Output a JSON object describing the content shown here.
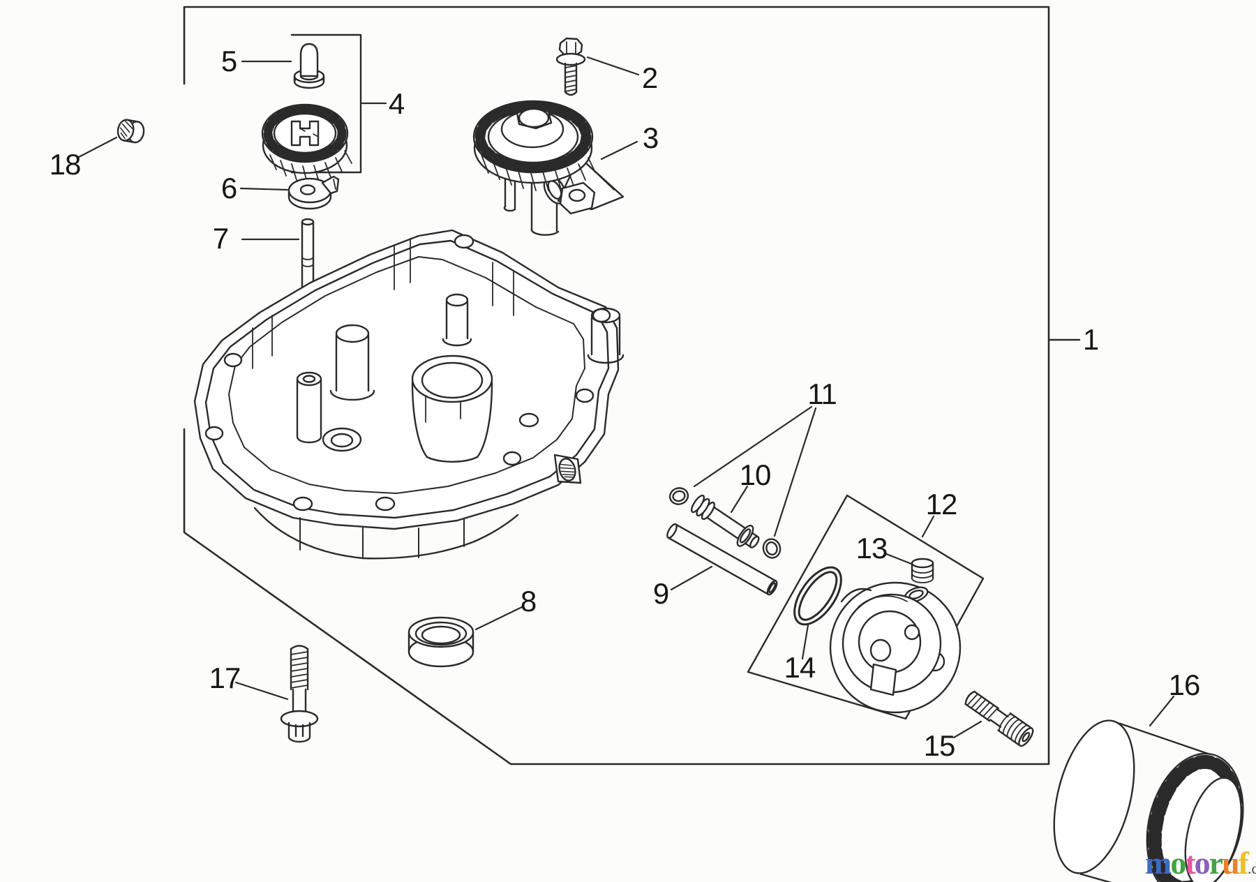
{
  "meta": {
    "background_color": "#fcfdfb",
    "line_color": "#2a2a2a",
    "label_color": "#161616"
  },
  "callouts": [
    {
      "label": "1"
    },
    {
      "label": "2"
    },
    {
      "label": "3"
    },
    {
      "label": "4"
    },
    {
      "label": "5"
    },
    {
      "label": "6"
    },
    {
      "label": "7"
    },
    {
      "label": "8"
    },
    {
      "label": "9"
    },
    {
      "label": "10"
    },
    {
      "label": "11"
    },
    {
      "label": "12"
    },
    {
      "label": "13"
    },
    {
      "label": "14"
    },
    {
      "label": "15"
    },
    {
      "label": "16"
    },
    {
      "label": "17"
    },
    {
      "label": "18"
    }
  ],
  "watermark": {
    "letters": [
      {
        "ch": "m",
        "style": "color:#3b6bc7"
      },
      {
        "ch": "o",
        "style": "color:#3fa53f"
      },
      {
        "ch": "t",
        "style": "color:#e8579e"
      },
      {
        "ch": "o",
        "style": "color:#8a5fc0"
      },
      {
        "ch": "r",
        "style": "color:#4a9f4a"
      },
      {
        "ch": "u",
        "style": "color:#e8832a"
      },
      {
        "ch": "f",
        "style": "color:#edbe2a"
      }
    ],
    "domain": ".de"
  }
}
